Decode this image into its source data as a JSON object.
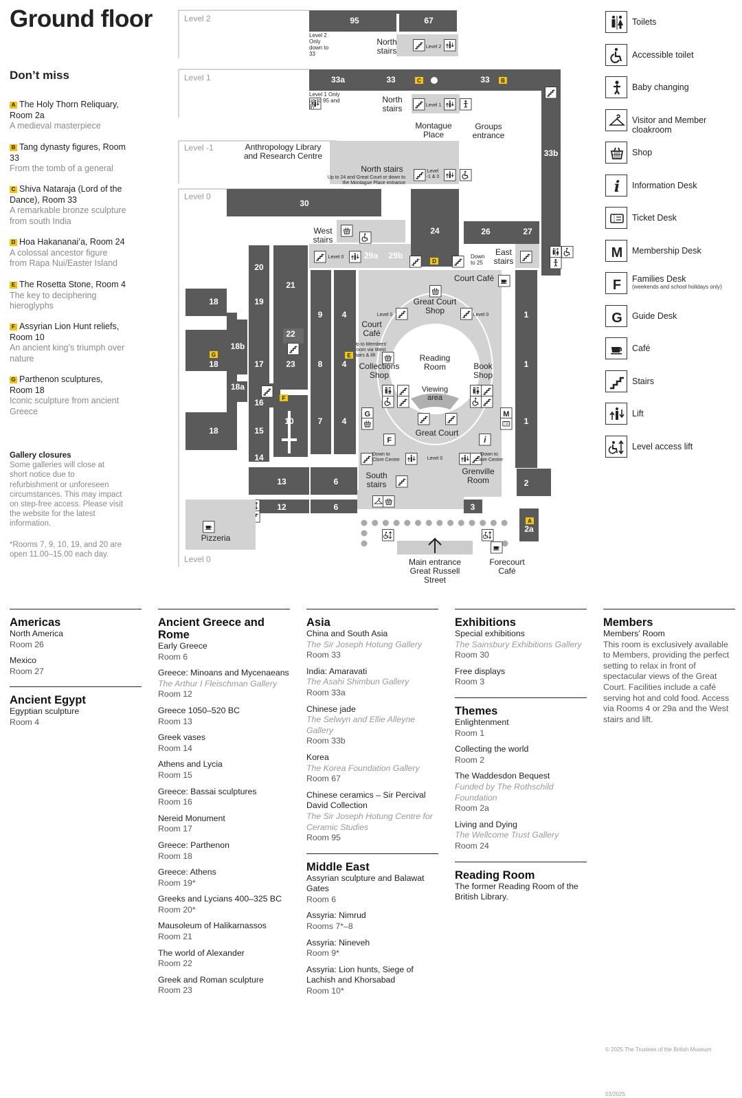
{
  "title": "Ground floor",
  "dont_miss": {
    "heading": "Don’t miss",
    "items": [
      {
        "letter": "A",
        "name": "The Holy Thorn Reliquary,",
        "room": "Room 2a",
        "desc": "A medieval masterpiece"
      },
      {
        "letter": "B",
        "name": "Tang dynasty figures,",
        "room": "Room 33",
        "desc": "From the tomb of a general"
      },
      {
        "letter": "C",
        "name": "Shiva Nataraja (Lord of the Dance),",
        "room": "Room 33",
        "desc": "A remarkable bronze sculpture from south India"
      },
      {
        "letter": "D",
        "name": "Hoa Hakananai’a,",
        "room": "Room 24",
        "desc": "A colossal ancestor figure from Rapa Nui/Easter Island"
      },
      {
        "letter": "E",
        "name": "The Rosetta Stone,",
        "room": "Room 4",
        "desc": "The key to deciphering hieroglyphs"
      },
      {
        "letter": "F",
        "name": "Assyrian Lion Hunt reliefs,",
        "room": "Room 10",
        "desc": "An ancient king’s triumph over nature"
      },
      {
        "letter": "G",
        "name": "Parthenon sculptures,",
        "room": "Room 18",
        "desc": "Iconic sculpture from ancient Greece"
      }
    ]
  },
  "closures": {
    "heading": "Gallery closures",
    "text": "Some galleries will close at short notice due to refurbishment or unforeseen circumstances. This may impact on step-free access. Please visit the website for the latest information."
  },
  "note": "*Rooms 7, 9, 10, 19, and 20 are open 11.00–15.00 each day.",
  "legend": [
    {
      "icon": "toilets-icon",
      "label": "Toilets"
    },
    {
      "icon": "accessible-toilet-icon",
      "label": "Accessible toilet"
    },
    {
      "icon": "baby-changing-icon",
      "label": "Baby changing"
    },
    {
      "icon": "cloakroom-icon",
      "label": "Visitor and Member cloakroom"
    },
    {
      "icon": "shop-icon",
      "label": "Shop"
    },
    {
      "icon": "information-icon",
      "label": "Information Desk"
    },
    {
      "icon": "ticket-icon",
      "label": "Ticket Desk"
    },
    {
      "icon": "membership-icon",
      "label": "Membership Desk"
    },
    {
      "icon": "families-icon",
      "label": "Families Desk",
      "sub": "(weekends and school holidays only)"
    },
    {
      "icon": "guide-icon",
      "label": "Guide Desk"
    },
    {
      "icon": "cafe-icon",
      "label": "Café"
    },
    {
      "icon": "stairs-icon",
      "label": "Stairs"
    },
    {
      "icon": "lift-icon",
      "label": "Lift"
    },
    {
      "icon": "level-access-lift-icon",
      "label": "Level access lift"
    }
  ],
  "map": {
    "levels": {
      "l2": "Level 2",
      "l1": "Level 1",
      "lm1": "Level -1",
      "l0": "Level 0",
      "l0b": "Level 0"
    },
    "rooms": [
      "95",
      "67",
      "33a",
      "33",
      "33",
      "33b",
      "30",
      "24",
      "26",
      "27",
      "20",
      "21",
      "18",
      "19",
      "9",
      "4",
      "1",
      "18b",
      "22",
      "18",
      "17",
      "23",
      "8",
      "4",
      "1",
      "18a",
      "16",
      "10",
      "7",
      "4",
      "1",
      "18",
      "15",
      "14",
      "13",
      "6",
      "2",
      "12",
      "6",
      "3",
      "2a",
      "29a",
      "29b"
    ],
    "labels": {
      "north_stairs": "North stairs",
      "north_stairs_l1": "North stairs",
      "l2_note": "Level 2 Only down to 33",
      "l1_note": "Level 1 Only up to 95 and 67",
      "montague": "Montague Place entrance",
      "groups": "Groups entrance",
      "anthro": "Anthropology Library and Research Centre",
      "north_stairs_lm1": "North stairs",
      "north_stairs_note": "Up to 24 and Great Court or down to the Montague Place entrance",
      "west_stairs": "West stairs",
      "east_stairs": "East stairs",
      "down_to_25": "Down to 25",
      "members_note": "Up to Members’ Room via West stairs & lift",
      "court_cafe_top": "Court Café",
      "great_court_shop": "Great Court Shop",
      "court_cafe_left": "Court Café",
      "collections_shop": "Collections Shop",
      "reading_room": "Reading Room",
      "book_shop": "Book Shop",
      "viewing_area": "Viewing area",
      "great_court": "Great Court",
      "south_stairs": "South stairs",
      "grenville": "Grenville Room",
      "down_clore_l": "Down to Clore Centre",
      "down_clore_r": "Down to Clore Centre",
      "pizzeria": "Pizzeria",
      "main_entrance": "Main entrance Great Russell Street",
      "forecourt": "Forecourt Café",
      "level0_small": "Level 0",
      "level1_small": "Level 1",
      "level2_small": "Level 2",
      "level_m10": "Level -1 & 0"
    },
    "markers": [
      "A",
      "B",
      "C",
      "D",
      "E",
      "F",
      "G"
    ]
  },
  "columns": [
    {
      "sections": [
        {
          "heading": "Americas",
          "entries": [
            {
              "t": "North America",
              "r": "Room 26"
            },
            {
              "t": "Mexico",
              "r": "Room 27"
            }
          ]
        },
        {
          "heading": "Ancient Egypt",
          "entries": [
            {
              "t": "Egyptian sculpture",
              "r": "Room 4"
            }
          ]
        }
      ]
    },
    {
      "sections": [
        {
          "heading": "Ancient Greece and Rome",
          "entries": [
            {
              "t": "Early Greece",
              "r": "Room 6"
            },
            {
              "t": "Greece: Minoans and Mycenaeans",
              "g": "The Arthur I Fleischman Gallery",
              "r": "Room 12"
            },
            {
              "t": "Greece 1050–520 BC",
              "r": "Room 13"
            },
            {
              "t": "Greek vases",
              "r": "Room 14"
            },
            {
              "t": "Athens and Lycia",
              "r": "Room 15"
            },
            {
              "t": "Greece: Bassai sculptures",
              "r": "Room 16"
            },
            {
              "t": "Nereid Monument",
              "r": "Room 17"
            },
            {
              "t": "Greece: Parthenon",
              "r": "Room 18"
            },
            {
              "t": "Greece: Athens",
              "r": "Room 19*"
            },
            {
              "t": "Greeks and Lycians 400–325 BC",
              "r": "Room 20*"
            },
            {
              "t": "Mausoleum of Halikarnassos",
              "r": "Room 21"
            },
            {
              "t": "The world of Alexander",
              "r": "Room 22"
            },
            {
              "t": "Greek and Roman sculpture",
              "r": "Room 23"
            }
          ]
        }
      ]
    },
    {
      "sections": [
        {
          "heading": "Asia",
          "entries": [
            {
              "t": "China and South Asia",
              "g": "The Sir Joseph Hotung Gallery",
              "r": "Room 33"
            },
            {
              "t": "India: Amaravati",
              "g": "The Asahi Shimbun Gallery",
              "r": "Room 33a"
            },
            {
              "t": "Chinese jade",
              "g": "The Selwyn and Ellie Alleyne Gallery",
              "r": "Room 33b"
            },
            {
              "t": "Korea",
              "g": "The Korea Foundation Gallery",
              "r": "Room 67"
            },
            {
              "t": "Chinese ceramics – Sir Percival David Collection",
              "g": "The Sir Joseph Hotung Centre for Ceramic Studies",
              "r": "Room 95"
            }
          ]
        },
        {
          "heading": "Middle East",
          "entries": [
            {
              "t": "Assyrian sculpture and Balawat Gates",
              "r": "Room 6"
            },
            {
              "t": "Assyria: Nimrud",
              "r": "Rooms 7*–8"
            },
            {
              "t": "Assyria: Nineveh",
              "r": "Room 9*"
            },
            {
              "t": "Assyria: Lion hunts, Siege of Lachish and Khorsabad",
              "r": "Room 10*"
            }
          ]
        }
      ]
    },
    {
      "sections": [
        {
          "heading": "Exhibitions",
          "entries": [
            {
              "t": "Special exhibitions",
              "g": "The Sainsbury Exhibitions Gallery",
              "r": "Room 30"
            },
            {
              "t": "Free displays",
              "r": "Room 3"
            }
          ]
        },
        {
          "heading": "Themes",
          "entries": [
            {
              "t": "Enlightenment",
              "r": "Room 1"
            },
            {
              "t": "Collecting the world",
              "r": "Room 2"
            },
            {
              "t": "The Waddesdon Bequest",
              "g": "Funded by The Rothschild Foundation",
              "r": "Room 2a"
            },
            {
              "t": "Living and Dying",
              "g": "The Wellcome Trust Gallery",
              "r": "Room 24"
            }
          ]
        },
        {
          "heading": "Reading Room",
          "entries": [
            {
              "t": "The former Reading Room of the British Library."
            }
          ]
        }
      ]
    },
    {
      "sections": [
        {
          "heading": "Members",
          "entries": [
            {
              "t": "Members’ Room",
              "r": "This room is exclusively available to Members, providing the perfect setting to relax in front of spectacular views of the Great Court. Facilities include a café serving hot and cold food. Access via Rooms 4 or 29a and the West stairs and lift."
            }
          ]
        }
      ]
    }
  ],
  "copyright": "© 2025 The Trustees of the British Museum",
  "date": "03/2025",
  "colors": {
    "room": "#5a5a5a",
    "court": "#d2d2d2",
    "accent": "#f0c419"
  }
}
